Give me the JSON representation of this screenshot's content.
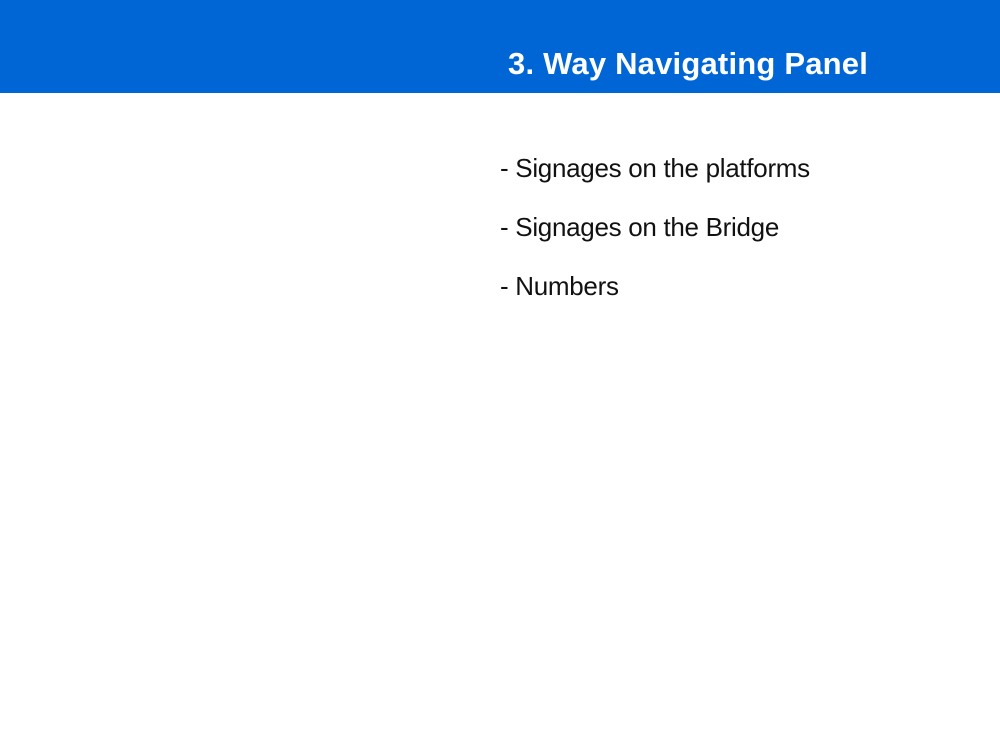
{
  "header": {
    "title": "3. Way Navigating Panel",
    "bar_color": "#0066d6"
  },
  "content": {
    "items": [
      "- Signages on the platforms",
      "- Signages on the Bridge",
      "- Numbers"
    ]
  }
}
